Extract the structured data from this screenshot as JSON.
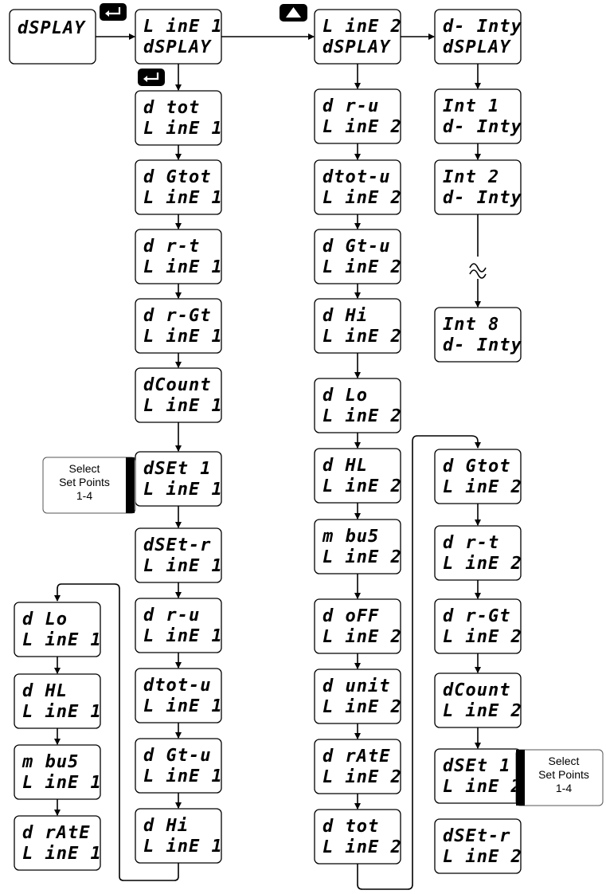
{
  "nodes": [
    {
      "id": "display",
      "lines": [
        "dSPLAY"
      ]
    },
    {
      "id": "line1-display",
      "lines": [
        "L inE 1",
        "dSPLAY"
      ]
    },
    {
      "id": "line2-display",
      "lines": [
        "L inE 2",
        "dSPLAY"
      ]
    },
    {
      "id": "dinty-display",
      "lines": [
        "d- Inty",
        "dSPLAY"
      ]
    },
    {
      "id": "c1-dtot",
      "lines": [
        "d tot",
        "L inE 1"
      ]
    },
    {
      "id": "c1-dgtot",
      "lines": [
        "d Gtot",
        "L inE 1"
      ]
    },
    {
      "id": "c1-drt",
      "lines": [
        "d r-t",
        "L inE 1"
      ]
    },
    {
      "id": "c1-drgt",
      "lines": [
        "d r-Gt",
        "L inE 1"
      ]
    },
    {
      "id": "c1-dcount",
      "lines": [
        "dCount",
        "L inE 1"
      ]
    },
    {
      "id": "c1-dset1",
      "lines": [
        "dSEt 1",
        "L inE 1"
      ]
    },
    {
      "id": "c1-dsetr",
      "lines": [
        "dSEt-r",
        "L inE 1"
      ]
    },
    {
      "id": "c1-dru",
      "lines": [
        "d r-u",
        "L inE 1"
      ]
    },
    {
      "id": "c1-dtotu",
      "lines": [
        "dtot-u",
        "L inE 1"
      ]
    },
    {
      "id": "c1-dgtu",
      "lines": [
        "d Gt-u",
        "L inE 1"
      ]
    },
    {
      "id": "c1-dhi",
      "lines": [
        "d Hi",
        "L inE 1"
      ]
    },
    {
      "id": "c0-dlo",
      "lines": [
        "d Lo",
        "L inE 1"
      ]
    },
    {
      "id": "c0-dhl",
      "lines": [
        "d HL",
        "L inE 1"
      ]
    },
    {
      "id": "c0-mbus",
      "lines": [
        "m bu5",
        "L inE 1"
      ]
    },
    {
      "id": "c0-drate",
      "lines": [
        "d rAtE",
        "L inE 1"
      ]
    },
    {
      "id": "c2-dru",
      "lines": [
        "d r-u",
        "L inE 2"
      ]
    },
    {
      "id": "c2-dtotu",
      "lines": [
        "dtot-u",
        "L inE 2"
      ]
    },
    {
      "id": "c2-dgtu",
      "lines": [
        "d Gt-u",
        "L inE 2"
      ]
    },
    {
      "id": "c2-dhi",
      "lines": [
        "d Hi",
        "L inE 2"
      ]
    },
    {
      "id": "c2-dlo",
      "lines": [
        "d Lo",
        "L inE 2"
      ]
    },
    {
      "id": "c2-dhl",
      "lines": [
        "d HL",
        "L inE 2"
      ]
    },
    {
      "id": "c2-mbus",
      "lines": [
        "m bu5",
        "L inE 2"
      ]
    },
    {
      "id": "c2-doff",
      "lines": [
        "d oFF",
        "L inE 2"
      ]
    },
    {
      "id": "c2-dunit",
      "lines": [
        "d unit",
        "L inE 2"
      ]
    },
    {
      "id": "c2-drate",
      "lines": [
        "d rAtE",
        "L inE 2"
      ]
    },
    {
      "id": "c2-dtot",
      "lines": [
        "d tot",
        "L inE 2"
      ]
    },
    {
      "id": "c3-int1",
      "lines": [
        "Int  1",
        "d- Inty"
      ]
    },
    {
      "id": "c3-int2",
      "lines": [
        "Int  2",
        "d- Inty"
      ]
    },
    {
      "id": "c3-int8",
      "lines": [
        "Int  8",
        "d- Inty"
      ]
    },
    {
      "id": "c3-dgtot",
      "lines": [
        "d Gtot",
        "L inE 2"
      ]
    },
    {
      "id": "c3-drt",
      "lines": [
        "d r-t",
        "L inE 2"
      ]
    },
    {
      "id": "c3-drgt",
      "lines": [
        "d r-Gt",
        "L inE 2"
      ]
    },
    {
      "id": "c3-dcount",
      "lines": [
        "dCount",
        "L inE 2"
      ]
    },
    {
      "id": "c3-dset1",
      "lines": [
        "dSEt 1",
        "L inE 2"
      ]
    },
    {
      "id": "c3-dsetr",
      "lines": [
        "dSEt-r",
        "L inE 2"
      ]
    }
  ],
  "notes": [
    {
      "id": "note-left",
      "lines": [
        "Select",
        "Set Points",
        "1-4"
      ]
    },
    {
      "id": "note-right",
      "lines": [
        "Select",
        "Set Points",
        "1-4"
      ]
    }
  ],
  "keys": [
    {
      "id": "key-enter-top",
      "icon": "enter-key-icon"
    },
    {
      "id": "key-enter-mid",
      "icon": "enter-key-icon"
    },
    {
      "id": "key-up",
      "icon": "up-arrow-key-icon"
    }
  ]
}
